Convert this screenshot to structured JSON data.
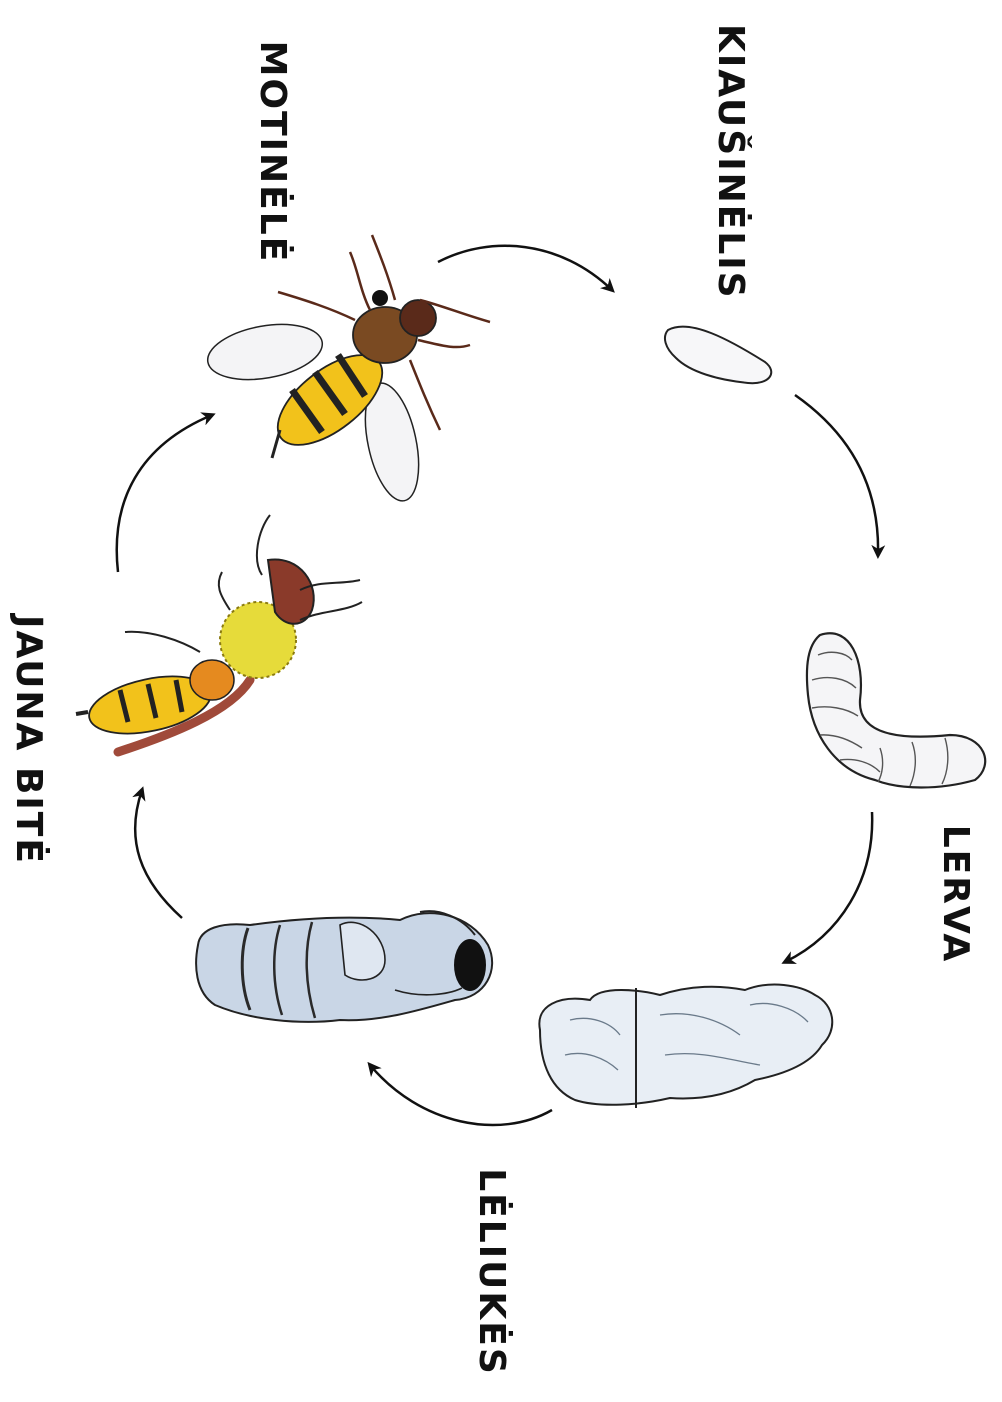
{
  "stages": {
    "egg": "KIAUŠINĖLIS",
    "larva": "LERVA",
    "pupa": "LĖLIUKĖS",
    "young_bee": "JAUNA BITĖ",
    "queen": "MOTINĖLĖ"
  },
  "colors": {
    "bee_yellow": "#f2c21b",
    "bee_orange": "#e58a1f",
    "bee_brown": "#5a2a1a",
    "pupa_blue": "#c9d6e6",
    "ink": "#111111"
  }
}
